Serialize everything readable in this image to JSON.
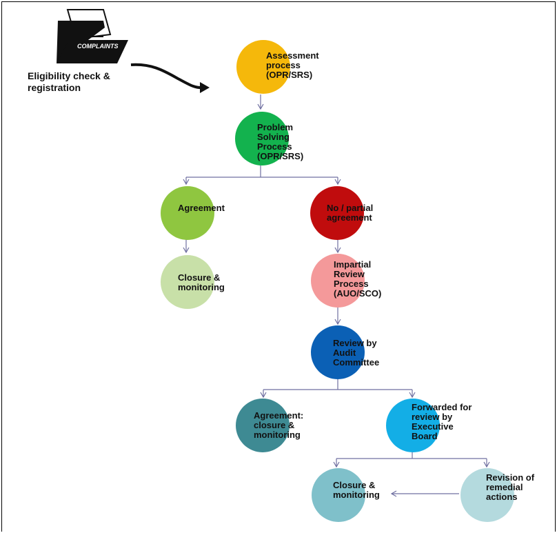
{
  "intake": {
    "folder_tab_text": "COMPLAINTS",
    "label": "Eligibility check &\nregistration"
  },
  "colors": {
    "assessment": "#f5b80b",
    "problem_solving": "#13b24e",
    "agreement": "#8fc640",
    "no_partial_agreement": "#c00c0d",
    "closure_monitoring_1": "#c8e0a8",
    "impartial_review": "#f4999a",
    "review_audit": "#0b60b5",
    "agreement_closure": "#3e8a93",
    "forwarded_exec_board": "#13aee6",
    "closure_monitoring_2": "#7fc0ca",
    "revision_remedial": "#b4dade",
    "connector": "#6f6fa0"
  },
  "nodes": {
    "assessment": "Assessment\nprocess\n(OPR/SRS)",
    "problem_solving": "Problem\nSolving\nProcess\n(OPR/SRS)",
    "agreement": "Agreement",
    "no_partial_agreement": "No / partial\nagreement",
    "closure_monitoring_1": "Closure &\nmonitoring",
    "impartial_review": "Impartial\nReview\nProcess\n(AUO/SCO)",
    "review_audit": "Review by\nAudit\nCommittee",
    "agreement_closure": "Agreement:\nclosure &\nmonitoring",
    "forwarded_exec_board": "Forwarded for\nreview by\nExecutive\nBoard",
    "closure_monitoring_2": "Closure &\nmonitoring",
    "revision_remedial": "Revision of\nremedial\nactions"
  }
}
